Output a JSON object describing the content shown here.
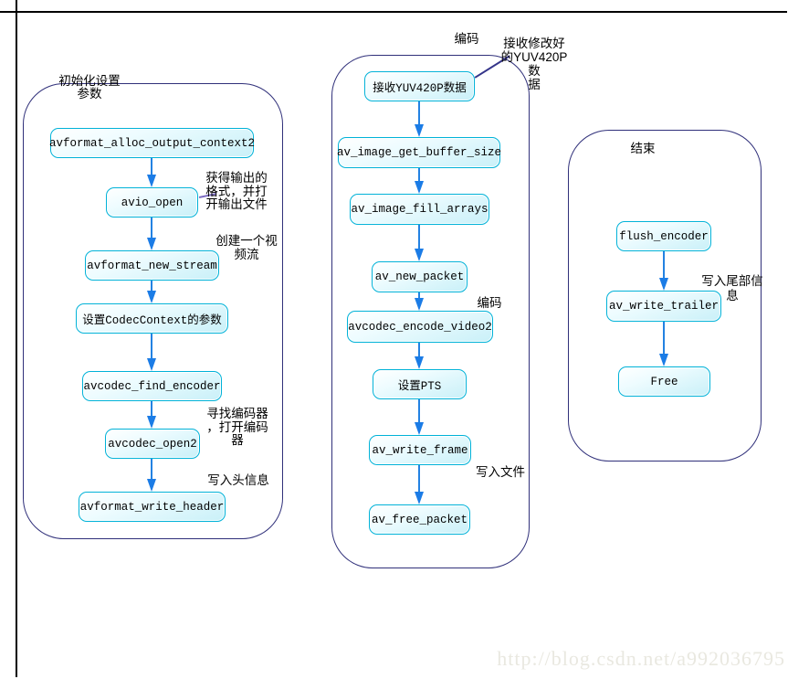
{
  "diagram": {
    "watermark": "http://blog.csdn.net/a992036795",
    "colors": {
      "node_border": "#00b2d8",
      "node_fill": "#c9f0f8",
      "container_border": "#30307a",
      "arrow": "#1b7ce6",
      "leader_purple": "#7a6ac0",
      "leader_navy": "#35358a",
      "watermark": "#e9e8e0"
    },
    "groups": [
      {
        "title": "初始化设置\n参数",
        "nodes": [
          {
            "label": "avformat_alloc_output_context2"
          },
          {
            "label": "avio_open"
          },
          {
            "label": "avformat_new_stream"
          },
          {
            "label": "设置CodecContext的参数"
          },
          {
            "label": "avcodec_find_encoder"
          },
          {
            "label": "avcodec_open2"
          },
          {
            "label": "avformat_write_header"
          }
        ],
        "notes": [
          {
            "text": "获得输出的\n格式，并打\n开输出文件"
          },
          {
            "text": "创建一个视\n频流"
          },
          {
            "text": "寻找编码器\n，打开编码\n器"
          },
          {
            "text": "写入头信息"
          }
        ]
      },
      {
        "title": "编码",
        "nodes": [
          {
            "label": "接收YUV420P数据"
          },
          {
            "label": "av_image_get_buffer_size"
          },
          {
            "label": "av_image_fill_arrays"
          },
          {
            "label": "av_new_packet"
          },
          {
            "label": "avcodec_encode_video2"
          },
          {
            "label": "设置PTS"
          },
          {
            "label": "av_write_frame"
          },
          {
            "label": "av_free_packet"
          }
        ],
        "notes": [
          {
            "text": "接收修改好\n的YUV420P数\n据"
          },
          {
            "text": "编码"
          },
          {
            "text": "写入文件"
          }
        ]
      },
      {
        "title": "结束",
        "nodes": [
          {
            "label": "flush_encoder"
          },
          {
            "label": "av_write_trailer"
          },
          {
            "label": "Free"
          }
        ],
        "notes": [
          {
            "text": "写入尾部信\n息"
          }
        ]
      }
    ]
  }
}
